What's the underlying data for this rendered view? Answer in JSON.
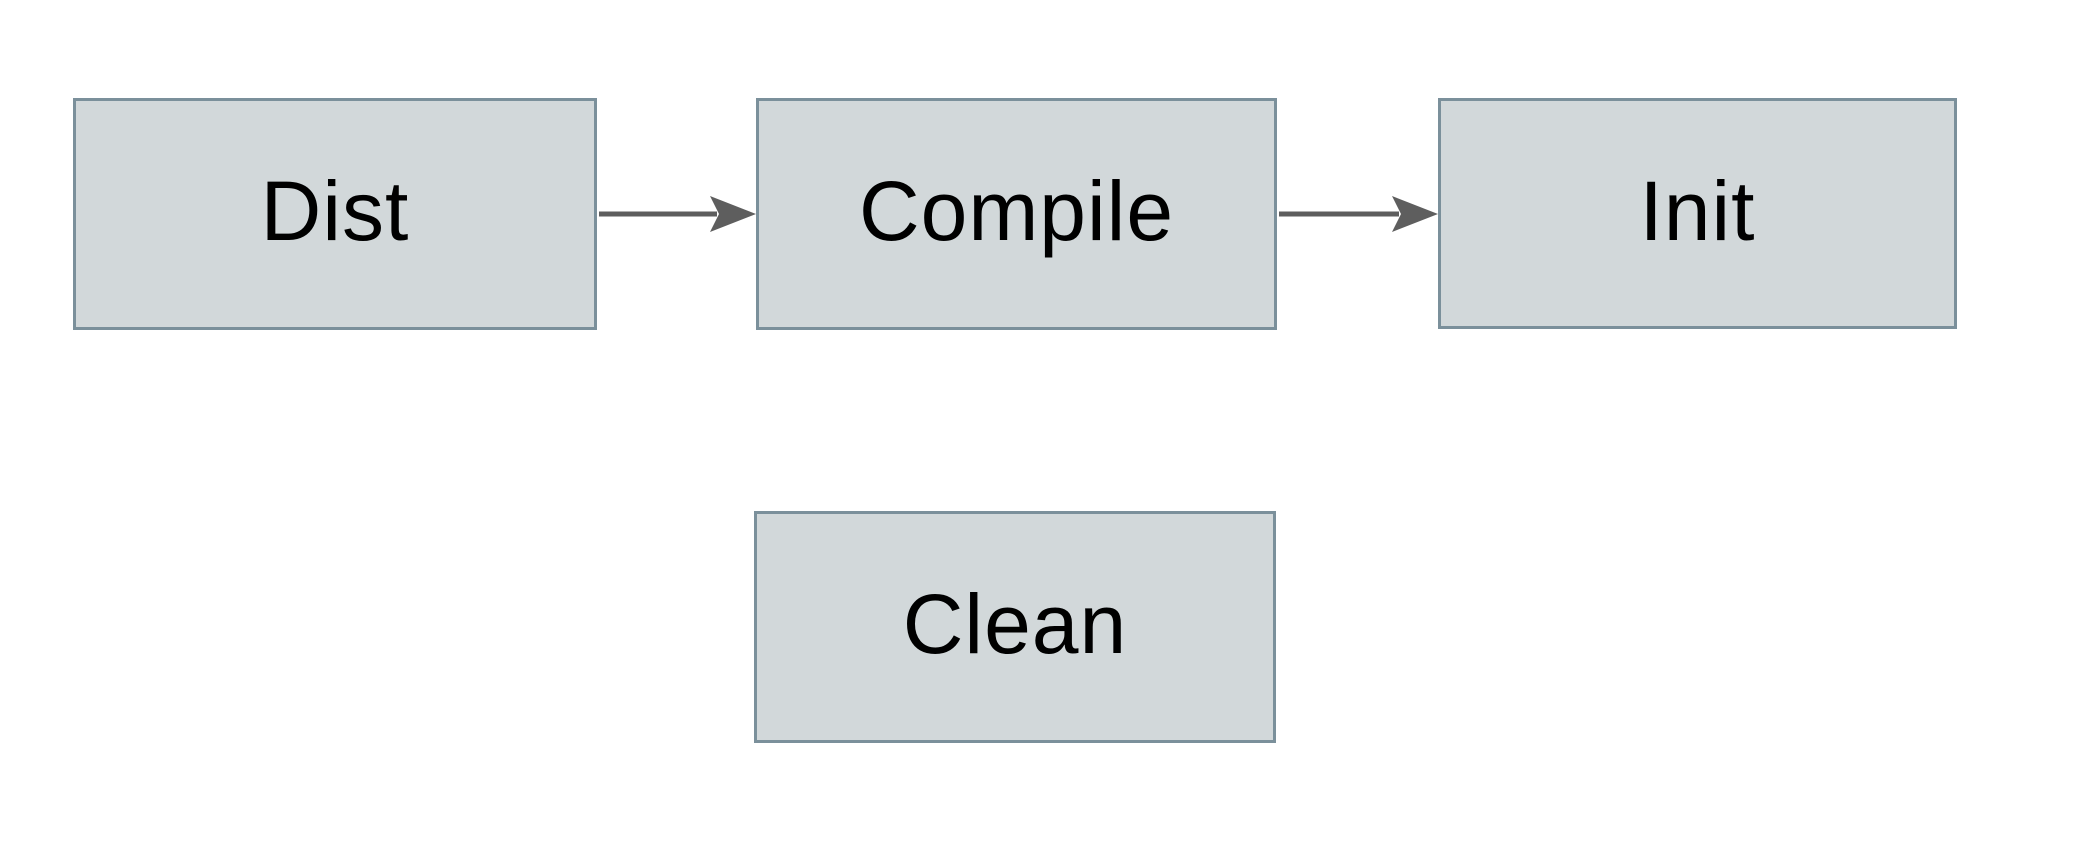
{
  "diagram": {
    "colors": {
      "background": "#ffffff",
      "node_fill": "#d2d8da",
      "node_border": "#7b909b",
      "arrow": "#5e5e5e",
      "text": "#000000"
    },
    "nodes": [
      {
        "id": "dist",
        "label": "Dist"
      },
      {
        "id": "compile",
        "label": "Compile"
      },
      {
        "id": "init",
        "label": "Init"
      },
      {
        "id": "clean",
        "label": "Clean"
      }
    ],
    "edges": [
      {
        "from": "dist",
        "to": "compile"
      },
      {
        "from": "compile",
        "to": "init"
      }
    ]
  }
}
